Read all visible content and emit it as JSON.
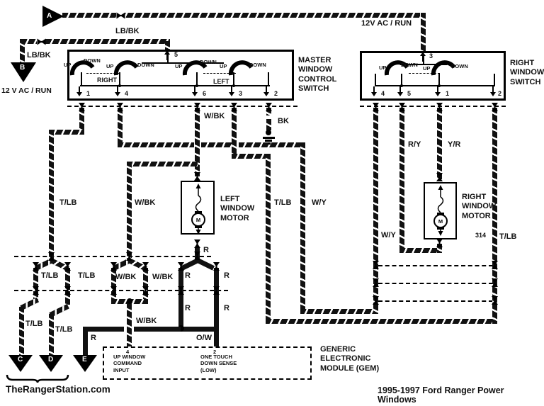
{
  "footer": {
    "left": "TheRangerStation.com",
    "right": "1995-1997 Ford Ranger Power Windows"
  },
  "power": {
    "feed_top": "12V AC / RUN",
    "feed_left": "12 V AC / RUN"
  },
  "connectors": {
    "a": "A",
    "b": "B",
    "c": "C",
    "d": "D",
    "e": "E"
  },
  "master_switch": {
    "title": "MASTER\nWINDOW\nCONTROL\nSWITCH",
    "up": "UP",
    "down": "DOWN",
    "right_group": "RIGHT",
    "left_group": "LEFT",
    "pin_top": "5",
    "pins": [
      "1",
      "4",
      "6",
      "3",
      "2"
    ]
  },
  "right_switch": {
    "title": "RIGHT\nWINDOW\nSWITCH",
    "up": "UP",
    "down": "DOWN",
    "pin_top": "3",
    "pins": [
      "4",
      "5",
      "1",
      "2"
    ]
  },
  "left_motor": {
    "title": "LEFT\nWINDOW\nMOTOR",
    "m": "M"
  },
  "right_motor": {
    "title": "RIGHT\nWINDOW\nMOTOR",
    "m": "M"
  },
  "gem": {
    "title": "GENERIC\nELECTRONIC\nMODULE (GEM)",
    "pin4_num": "4",
    "pin4_label": "UP WINDOW\nCOMMAND\nINPUT",
    "pin2_num": "2",
    "pin2_label": "ONE TOUCH\nDOWN SENSE\n(LOW)"
  },
  "wires": {
    "lbbk": "LB/BK",
    "wbk": "W/BK",
    "bk": "BK",
    "tlb": "T/LB",
    "wy": "W/Y",
    "ry": "R/Y",
    "yr": "Y/R",
    "r": "R",
    "ow": "O/W",
    "splice": "314"
  }
}
